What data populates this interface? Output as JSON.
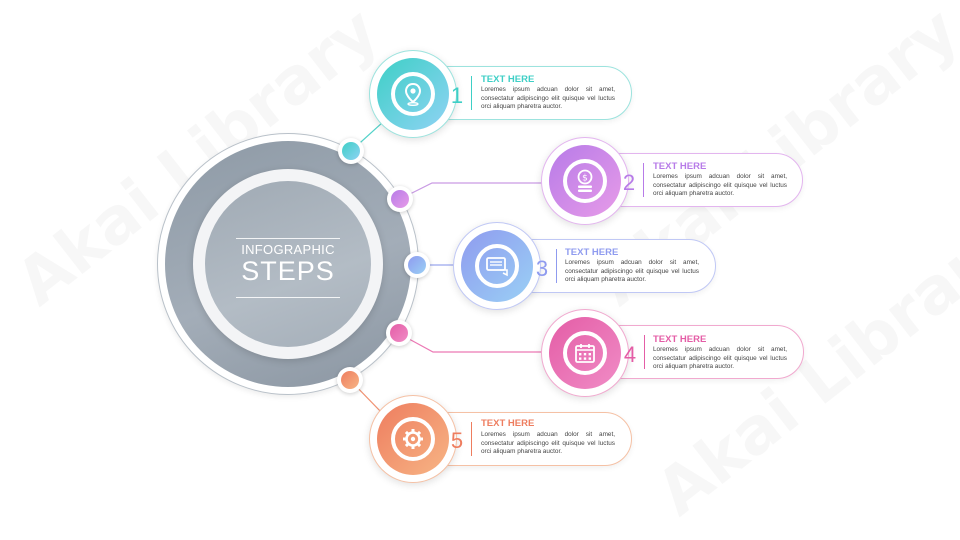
{
  "hub": {
    "title": "INFOGRAPHIC",
    "subtitle": "STEPS",
    "color": "#9ca6b0"
  },
  "watermark": {
    "text": "Akai Library"
  },
  "steps": [
    {
      "number": "1",
      "title": "TEXT HERE",
      "body": "Loremes ipsum adcuan dolor sit amet, consectatur adipiscingo elit quisque vel luctus orci aliquam pharetra auctor.",
      "icon": "location-pin-icon",
      "color": "#3ecfc6",
      "color2": "#8fd3f4"
    },
    {
      "number": "2",
      "title": "TEXT HERE",
      "body": "Loremes ipsum adcuan dolor sit amet, consectatur adipiscingo elit quisque vel luctus orci aliquam pharetra auctor.",
      "icon": "dollar-coin-icon",
      "color": "#b77be8",
      "color2": "#e79be8"
    },
    {
      "number": "3",
      "title": "TEXT HERE",
      "body": "Loremes ipsum adcuan dolor sit amet, consectatur adipiscingo elit quisque vel luctus orci aliquam pharetra auctor.",
      "icon": "chat-bubble-icon",
      "color": "#8f9bef",
      "color2": "#9ad0f5"
    },
    {
      "number": "4",
      "title": "TEXT HERE",
      "body": "Loremes ipsum adcuan dolor sit amet, consectatur adipiscingo elit quisque vel luctus orci aliquam pharetra auctor.",
      "icon": "calendar-icon",
      "color": "#e45da6",
      "color2": "#f08cc6"
    },
    {
      "number": "5",
      "title": "TEXT HERE",
      "body": "Loremes ipsum adcuan dolor sit amet, consectatur adipiscingo elit quisque vel luctus orci aliquam pharetra auctor.",
      "icon": "gear-icon",
      "color": "#ee7d5f",
      "color2": "#f7b585"
    }
  ]
}
